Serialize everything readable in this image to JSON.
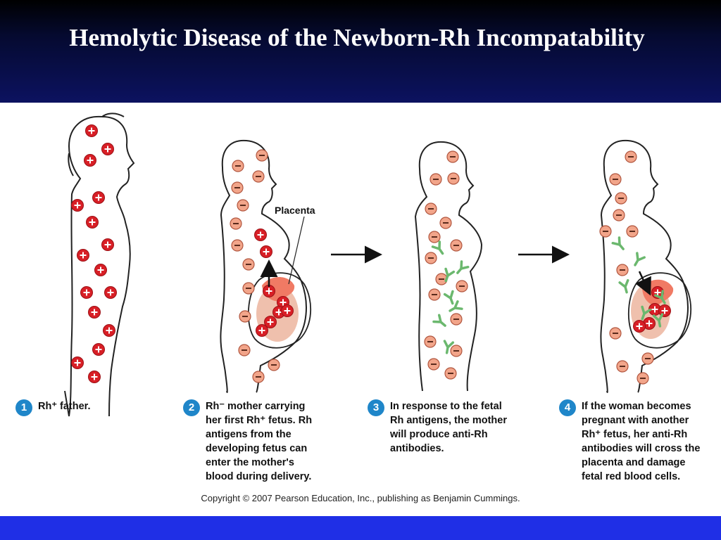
{
  "title": "Hemolytic Disease of the Newborn-Rh Incompatability",
  "diagram": {
    "placenta_label": "Placenta",
    "positive_symbol": "+",
    "negative_symbol": "−"
  },
  "steps": [
    {
      "number": "1",
      "lines": [
        "Rh⁺ father."
      ]
    },
    {
      "number": "2",
      "lines": [
        "Rh⁻ mother carrying",
        "her first Rh⁺ fetus.  Rh",
        "antigens from the",
        "developing fetus can",
        "enter the mother's",
        "blood during delivery."
      ]
    },
    {
      "number": "3",
      "lines": [
        "In response to the fetal",
        "Rh antigens, the mother",
        "will produce anti-Rh",
        "antibodies."
      ]
    },
    {
      "number": "4",
      "lines": [
        "If the woman becomes",
        "pregnant with another",
        "Rh⁺ fetus, her anti-Rh",
        "antibodies will cross the",
        "placenta and damage",
        "fetal red blood cells."
      ]
    }
  ],
  "copyright": "Copyright © 2007 Pearson Education, Inc., publishing as Benjamin Cummings.",
  "colors": {
    "header_dark": "#000000",
    "header_navy": "#0c1260",
    "bottom_bar": "#1f2fe6",
    "step_badge": "#1f86c9",
    "rh_positive_cell": "#d81f26",
    "rh_negative_cell": "#f2a58a",
    "antibody": "#6bb86e",
    "placenta": "#f07a64",
    "fetus": "#efc0ad"
  }
}
